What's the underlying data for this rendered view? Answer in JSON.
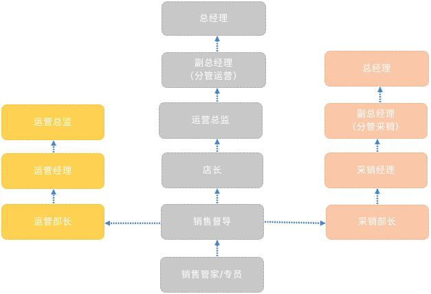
{
  "center_column": {
    "gm": "总经理",
    "deputy_gm_line1": "副总经理",
    "deputy_gm_line2": "（分管运营）",
    "ops_director": "运营总监",
    "store_manager": "店长",
    "sales_supervisor": "销售督导",
    "sales_specialist": "销售管家/专员"
  },
  "left_column": {
    "ops_director": "运营总监",
    "ops_manager": "运营经理",
    "ops_head": "运营部长"
  },
  "right_column": {
    "gm": "总经理",
    "deputy_gm_line1": "副总经理",
    "deputy_gm_line2": "（分管采销）",
    "purchasing_manager": "采销经理",
    "purchasing_head": "采销部长"
  },
  "colors": {
    "gray": "#c8c8c8",
    "yellow": "#fdd151",
    "orange": "#f9c8a8",
    "arrow": "#4a86c5"
  }
}
